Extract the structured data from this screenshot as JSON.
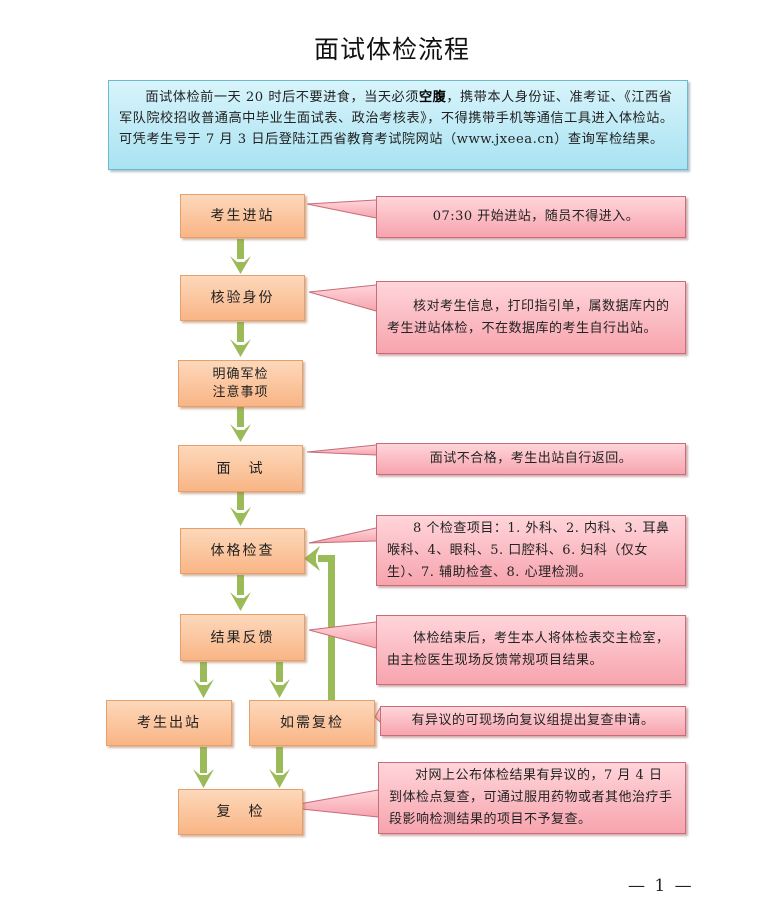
{
  "title": "面试体检流程",
  "notice": {
    "line_before_bold": "面试体检前一天 20 时后不要进食，当天必须",
    "bold": "空腹",
    "line_after_bold": "，携带本人身份证、准考证、《江西省军队院校招收普通高中毕业生面试表、政治考核表》，不得携带手机等通信工具进入体检站。可凭考生号于 7 月 3 日后登陆江西省教育考试院网站（www.jxeea.cn）查询军检结果。"
  },
  "steps": [
    {
      "id": "enter",
      "label": "考生进站"
    },
    {
      "id": "verify",
      "label": "核验身份"
    },
    {
      "id": "notes_line1",
      "label": "明确军检"
    },
    {
      "id": "notes_line2",
      "label": "注意事项"
    },
    {
      "id": "interview",
      "label": "面　试"
    },
    {
      "id": "exam",
      "label": "体格检查"
    },
    {
      "id": "feedback",
      "label": "结果反馈"
    },
    {
      "id": "exit",
      "label": "考生出站"
    },
    {
      "id": "recheck_needed",
      "label": "如需复检"
    },
    {
      "id": "recheck",
      "label": "复　检"
    }
  ],
  "callouts": {
    "enter": "07:30 开始进站，随员不得进入。",
    "verify": "核对考生信息，打印指引单，属数据库内的考生进站体检，不在数据库的考生自行出站。",
    "interview": "面试不合格，考生出站自行返回。",
    "exam": "8 个检查项目：1. 外科、2. 内科、3. 耳鼻喉科、4、眼科、5. 口腔科、6. 妇科（仅女生）、7. 辅助检查、8. 心理检测。",
    "feedback": "体检结束后，考生本人将体检表交主检室，由主检医生现场反馈常规项目结果。",
    "recheck_needed": "有异议的可现场向复议组提出复查申请。",
    "recheck": "对网上公布体检结果有异议的，7 月 4 日到体检点复查，可通过服用药物或者其他治疗手段影响检测结果的项目不予复查。"
  },
  "colors": {
    "arrow": "#9bbb59",
    "node_fill_top": "#fdd8bb",
    "node_fill_bottom": "#f9b585",
    "callout_fill_top": "#ffd5da",
    "callout_fill_bottom": "#f7a4ae",
    "notice_fill": "#bfeaf5"
  },
  "page_number": "— 1 —"
}
